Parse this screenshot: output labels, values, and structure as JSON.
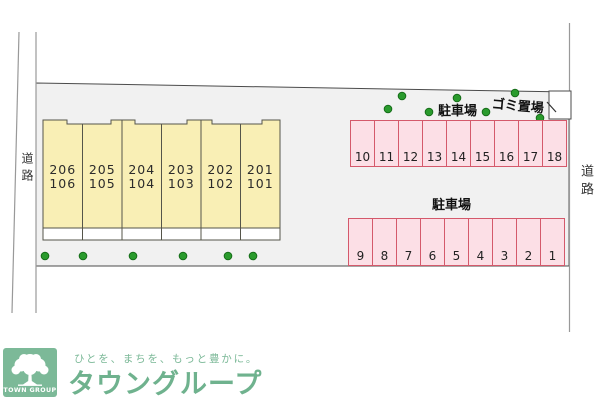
{
  "map": {
    "road_left": "道路",
    "road_right": "道路",
    "parking_label_top": "駐車場",
    "parking_label_bottom": "駐車場",
    "garbage_label": "ゴミ置場",
    "building_units": [
      {
        "upper": "206",
        "lower": "106"
      },
      {
        "upper": "205",
        "lower": "105"
      },
      {
        "upper": "204",
        "lower": "104"
      },
      {
        "upper": "203",
        "lower": "103"
      },
      {
        "upper": "202",
        "lower": "102"
      },
      {
        "upper": "201",
        "lower": "101"
      }
    ],
    "parking_top_row": [
      "10",
      "11",
      "12",
      "13",
      "14",
      "15",
      "16",
      "17",
      "18"
    ],
    "parking_bottom_row": [
      "9",
      "8",
      "7",
      "6",
      "5",
      "4",
      "3",
      "2",
      "1"
    ]
  },
  "footer": {
    "logo_caption": "TOWN GROUP",
    "tagline": "ひとを、まちを、もっと豊かに。",
    "brand_name": "タウングループ"
  },
  "colors": {
    "brand_green": "#7cb998",
    "building_yellow": "#f9efb5",
    "parking_fill": "#fcdfe6",
    "parking_border": "#d4596b",
    "tree_green": "#2a9b2d",
    "site_gray": "#f1f1f1"
  }
}
